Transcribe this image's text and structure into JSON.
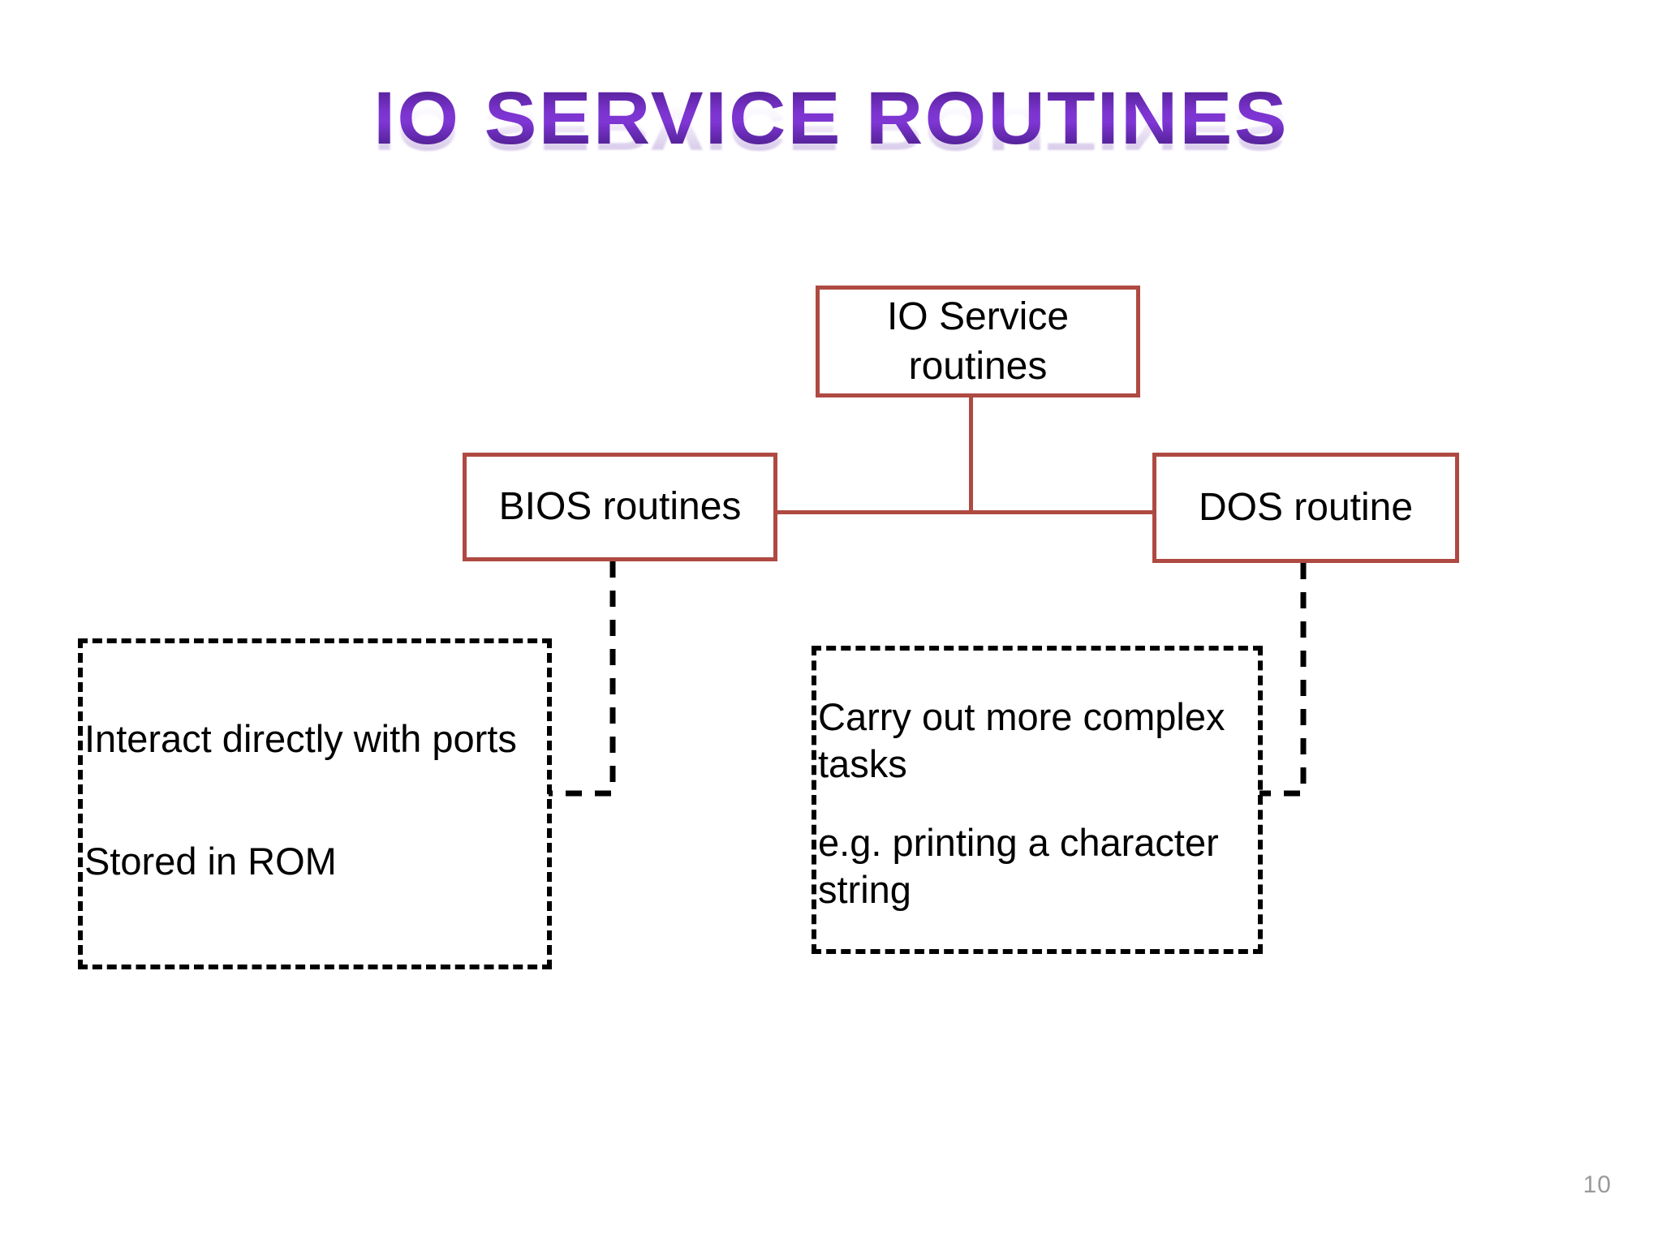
{
  "slide": {
    "title": "IO Service routines",
    "page_number": "10",
    "background_color": "#FFFFFF",
    "title_color": "#7B2FD0",
    "box_border_color": "#AE4A42",
    "dashed_border_color": "#000000",
    "page_number_color": "#9A9A9A"
  },
  "diagram": {
    "nodes": {
      "root": {
        "label": "IO Service\nroutines"
      },
      "bios": {
        "label": "BIOS routines"
      },
      "dos": {
        "label": "DOS routine"
      }
    },
    "notes": {
      "bios": {
        "line1": "Interact directly with ports",
        "line2": "Stored in ROM"
      },
      "dos": {
        "line1": "Carry out more complex tasks",
        "line2": "e.g. printing a character string"
      }
    }
  }
}
